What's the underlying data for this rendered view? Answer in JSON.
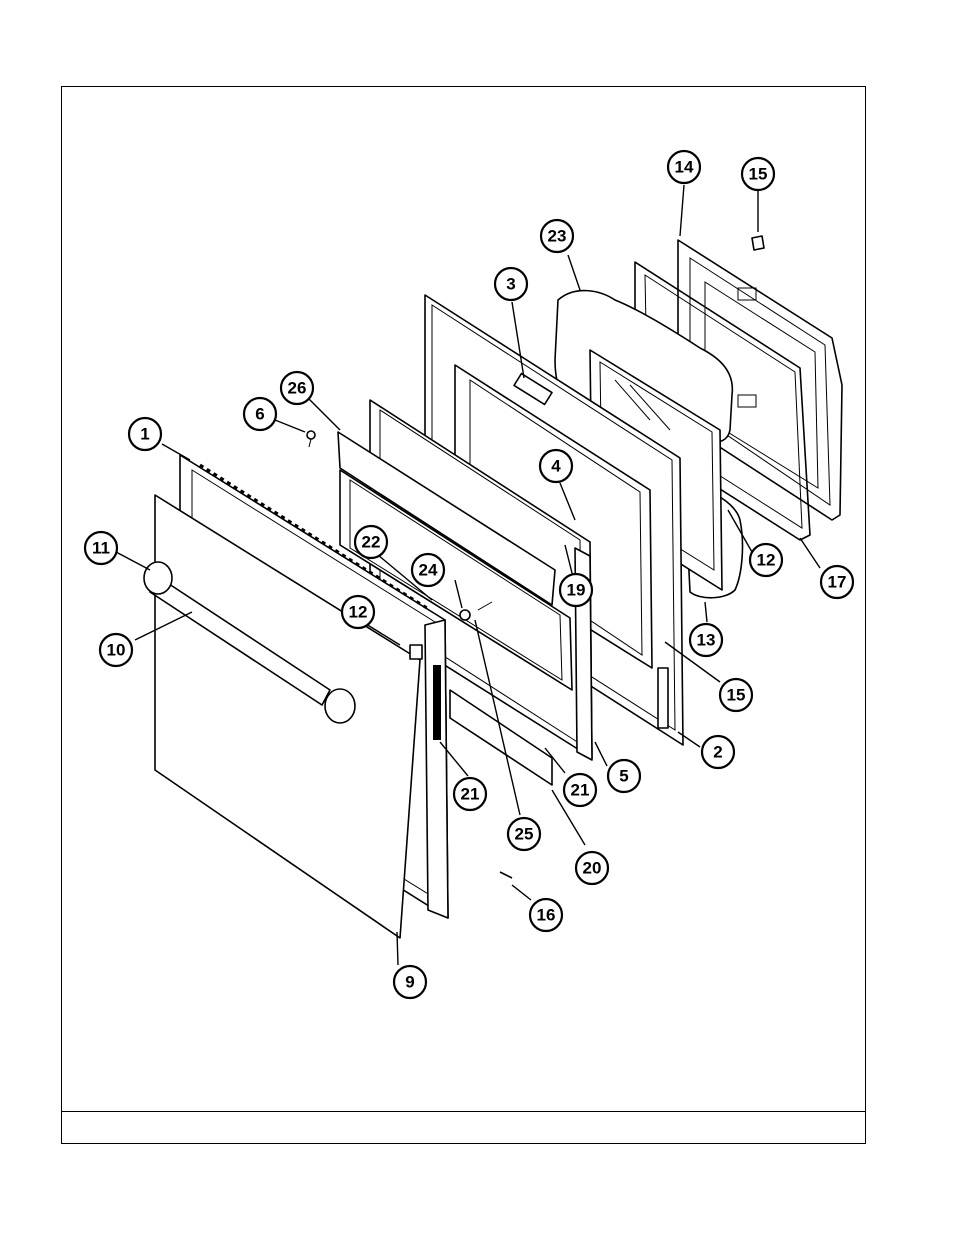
{
  "diagram": {
    "callouts": [
      {
        "id": "c1",
        "label": "1"
      },
      {
        "id": "c2",
        "label": "2"
      },
      {
        "id": "c3",
        "label": "3"
      },
      {
        "id": "c4",
        "label": "4"
      },
      {
        "id": "c5",
        "label": "5"
      },
      {
        "id": "c6",
        "label": "6"
      },
      {
        "id": "c9",
        "label": "9"
      },
      {
        "id": "c10",
        "label": "10"
      },
      {
        "id": "c11",
        "label": "11"
      },
      {
        "id": "c12a",
        "label": "12"
      },
      {
        "id": "c12b",
        "label": "12"
      },
      {
        "id": "c13",
        "label": "13"
      },
      {
        "id": "c14",
        "label": "14"
      },
      {
        "id": "c15a",
        "label": "15"
      },
      {
        "id": "c15b",
        "label": "15"
      },
      {
        "id": "c16",
        "label": "16"
      },
      {
        "id": "c17",
        "label": "17"
      },
      {
        "id": "c19",
        "label": "19"
      },
      {
        "id": "c20",
        "label": "20"
      },
      {
        "id": "c21a",
        "label": "21"
      },
      {
        "id": "c21b",
        "label": "21"
      },
      {
        "id": "c22",
        "label": "22"
      },
      {
        "id": "c23",
        "label": "23"
      },
      {
        "id": "c24",
        "label": "24"
      },
      {
        "id": "c25",
        "label": "25"
      },
      {
        "id": "c26",
        "label": "26"
      }
    ]
  }
}
